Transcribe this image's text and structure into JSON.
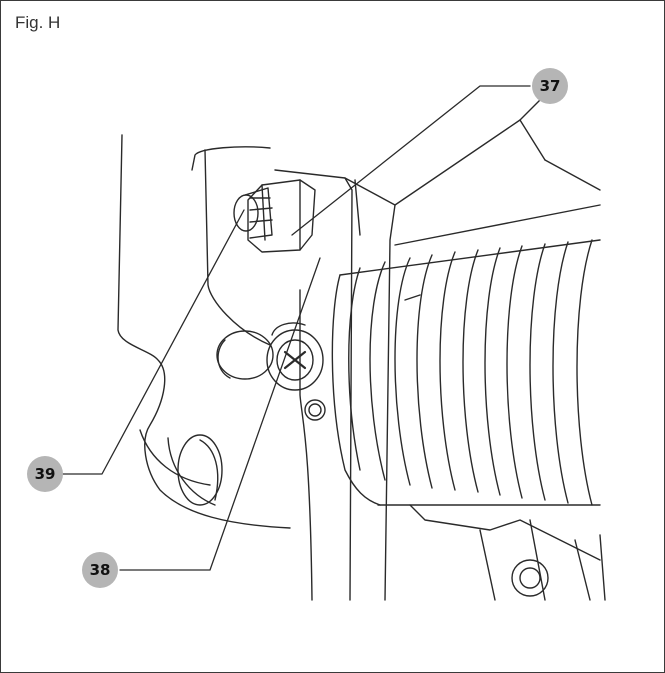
{
  "figure": {
    "label": "Fig. H"
  },
  "callouts": [
    {
      "id": "37",
      "label": "37"
    },
    {
      "id": "38",
      "label": "38"
    },
    {
      "id": "39",
      "label": "39"
    }
  ],
  "colors": {
    "line": "#2a2a2a",
    "badge": "#b5b5b5",
    "background": "#ffffff"
  }
}
